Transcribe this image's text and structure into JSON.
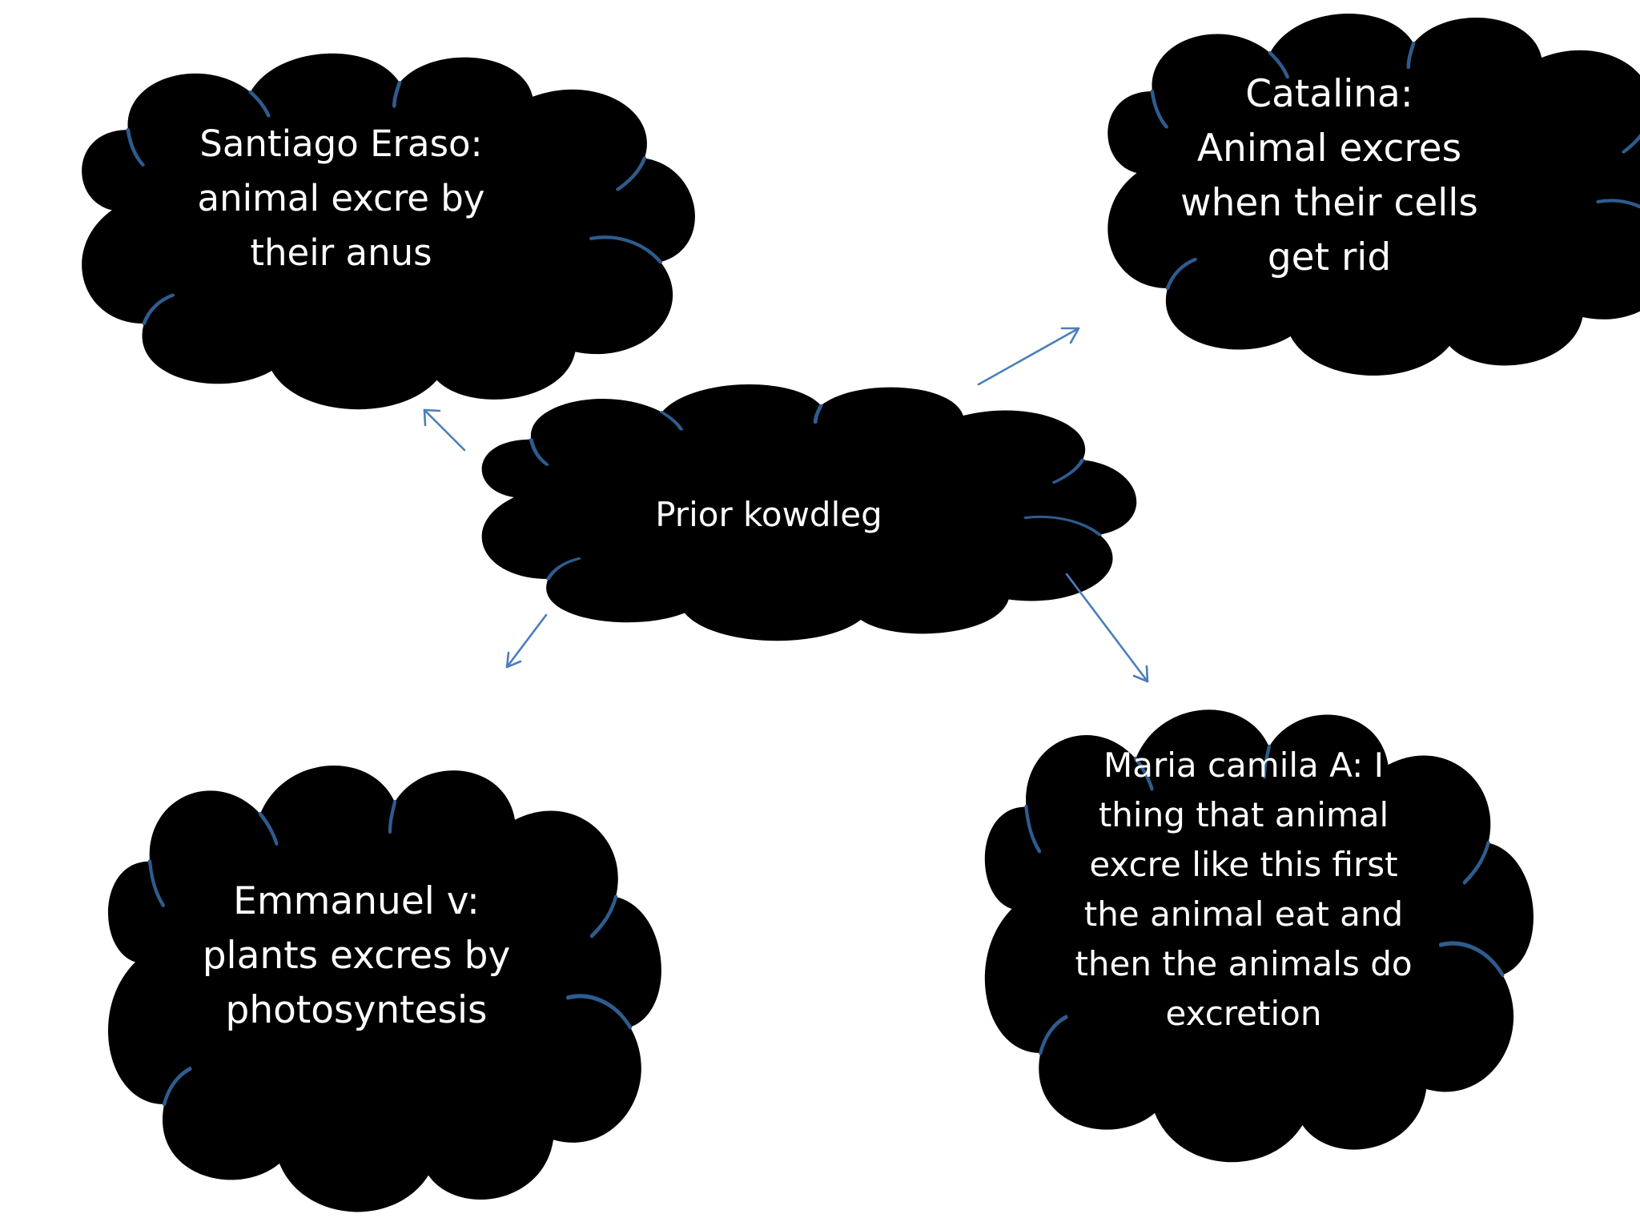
{
  "colors": {
    "cloud_fill": "#4f81bd",
    "cloud_outline": "#2e5c8e",
    "arrow": "#4a7ebb",
    "text": "#ffffff",
    "background": "#ffffff"
  },
  "center": {
    "lines": [
      "Prior kowdleg"
    ]
  },
  "nodes": {
    "santiago": {
      "lines": [
        "Santiago Eraso:",
        "animal excre by",
        "their  anus"
      ]
    },
    "catalina": {
      "lines": [
        "Catalina:",
        "Animal excres",
        "when their cells",
        "get rid"
      ]
    },
    "emmanuel": {
      "lines": [
        "Emmanuel v:",
        "plants  excres by",
        "photosyntesis"
      ]
    },
    "maria": {
      "lines": [
        "Maria camila  A: I",
        "thing that animal",
        "excre like this first",
        "the animal eat and",
        "then  the animals do",
        "excretion"
      ]
    }
  },
  "edges": [
    {
      "from": "center",
      "to": "santiago"
    },
    {
      "from": "center",
      "to": "catalina"
    },
    {
      "from": "center",
      "to": "emmanuel"
    },
    {
      "from": "center",
      "to": "maria"
    }
  ]
}
